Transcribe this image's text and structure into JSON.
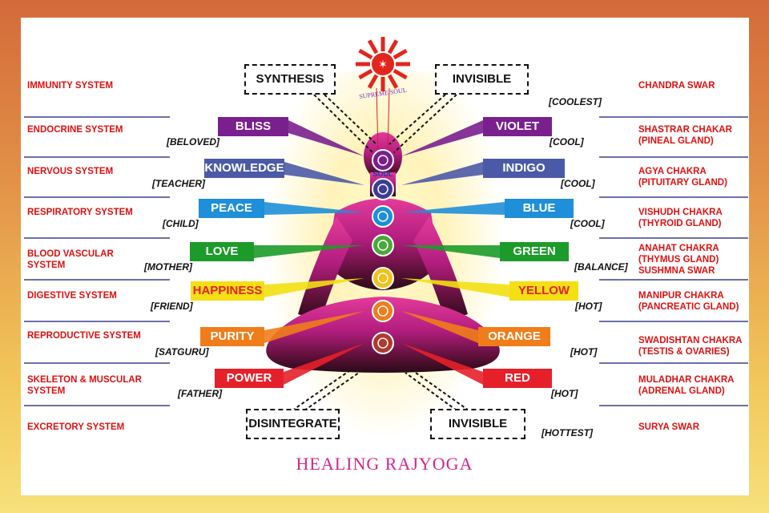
{
  "title": "HEALING RAJYOGA",
  "emblem": {
    "arc_text": "SUPREME SOUL",
    "soul_label": "SOUL"
  },
  "top_boxes": {
    "left": "SYNTHESIS",
    "right": "INVISIBLE"
  },
  "bottom_boxes": {
    "left": "DISINTEGRATE",
    "right": "INVISIBLE"
  },
  "right_top_note": "[COOLEST]",
  "right_bottom_note": "[HOTTEST]",
  "left_systems": [
    [
      "IMMUNITY SYSTEM"
    ],
    [
      "ENDOCRINE SYSTEM"
    ],
    [
      "NERVOUS SYSTEM"
    ],
    [
      "RESPIRATORY SYSTEM"
    ],
    [
      "BLOOD VASCULAR",
      "SYSTEM"
    ],
    [
      "DIGESTIVE SYSTEM"
    ],
    [
      "REPRODUCTIVE SYSTEM"
    ],
    [
      "SKELETON & MUSCULAR",
      "SYSTEM"
    ],
    [
      "EXCRETORY SYSTEM"
    ]
  ],
  "right_chakras": [
    [
      "CHANDRA SWAR"
    ],
    [
      "SHASTRAR CHAKAR",
      "(PINEAL GLAND)"
    ],
    [
      "AGYA CHAKRA",
      "(PITUITARY GLAND)"
    ],
    [
      "VISHUDH CHAKRA",
      "(THYROID GLAND)"
    ],
    [
      "ANAHAT CHAKRA",
      "(THYMUS GLAND)",
      "SUSHMNA SWAR"
    ],
    [
      "MANIPUR CHAKRA",
      "(PANCREATIC GLAND)"
    ],
    [
      "SWADISHTAN CHAKRA",
      "(TESTIS & OVARIES)"
    ],
    [
      "MULADHAR CHAKRA",
      "(ADRENAL GLAND)"
    ],
    [
      "SURYA SWAR"
    ]
  ],
  "virtues": [
    {
      "label": "BLISS",
      "relation": "[BELOVED]",
      "color": "#7a1f8e"
    },
    {
      "label": "KNOWLEDGE",
      "relation": "[TEACHER]",
      "color": "#4b5aa6"
    },
    {
      "label": "PEACE",
      "relation": "[CHILD]",
      "color": "#1e8fd8"
    },
    {
      "label": "LOVE",
      "relation": "[MOTHER]",
      "color": "#1c9b2a"
    },
    {
      "label": "HAPPINESS",
      "relation": "[FRIEND]",
      "color": "#f3df13"
    },
    {
      "label": "PURITY",
      "relation": "[SATGURU]",
      "color": "#f07d1a"
    },
    {
      "label": "POWER",
      "relation": "[FATHER]",
      "color": "#e5202a"
    }
  ],
  "colors": [
    {
      "label": "VIOLET",
      "temp": "[COOL]",
      "color": "#7a1f8e"
    },
    {
      "label": "INDIGO",
      "temp": "[COOL]",
      "color": "#4b5aa6"
    },
    {
      "label": "BLUE",
      "temp": "[COOL]",
      "color": "#1e8fd8"
    },
    {
      "label": "GREEN",
      "temp": "[BALANCE]",
      "color": "#1c9b2a"
    },
    {
      "label": "YELLOW",
      "temp": "[HOT]",
      "color": "#f3df13"
    },
    {
      "label": "ORANGE",
      "temp": "[HOT]",
      "color": "#f07d1a"
    },
    {
      "label": "RED",
      "temp": "[HOT]",
      "color": "#e5202a"
    }
  ],
  "chakra_colors": [
    "#7a1f8e",
    "#3b3d98",
    "#1e8fd8",
    "#4aa83a",
    "#f2c21a",
    "#f07d1a",
    "#b03a2e"
  ]
}
